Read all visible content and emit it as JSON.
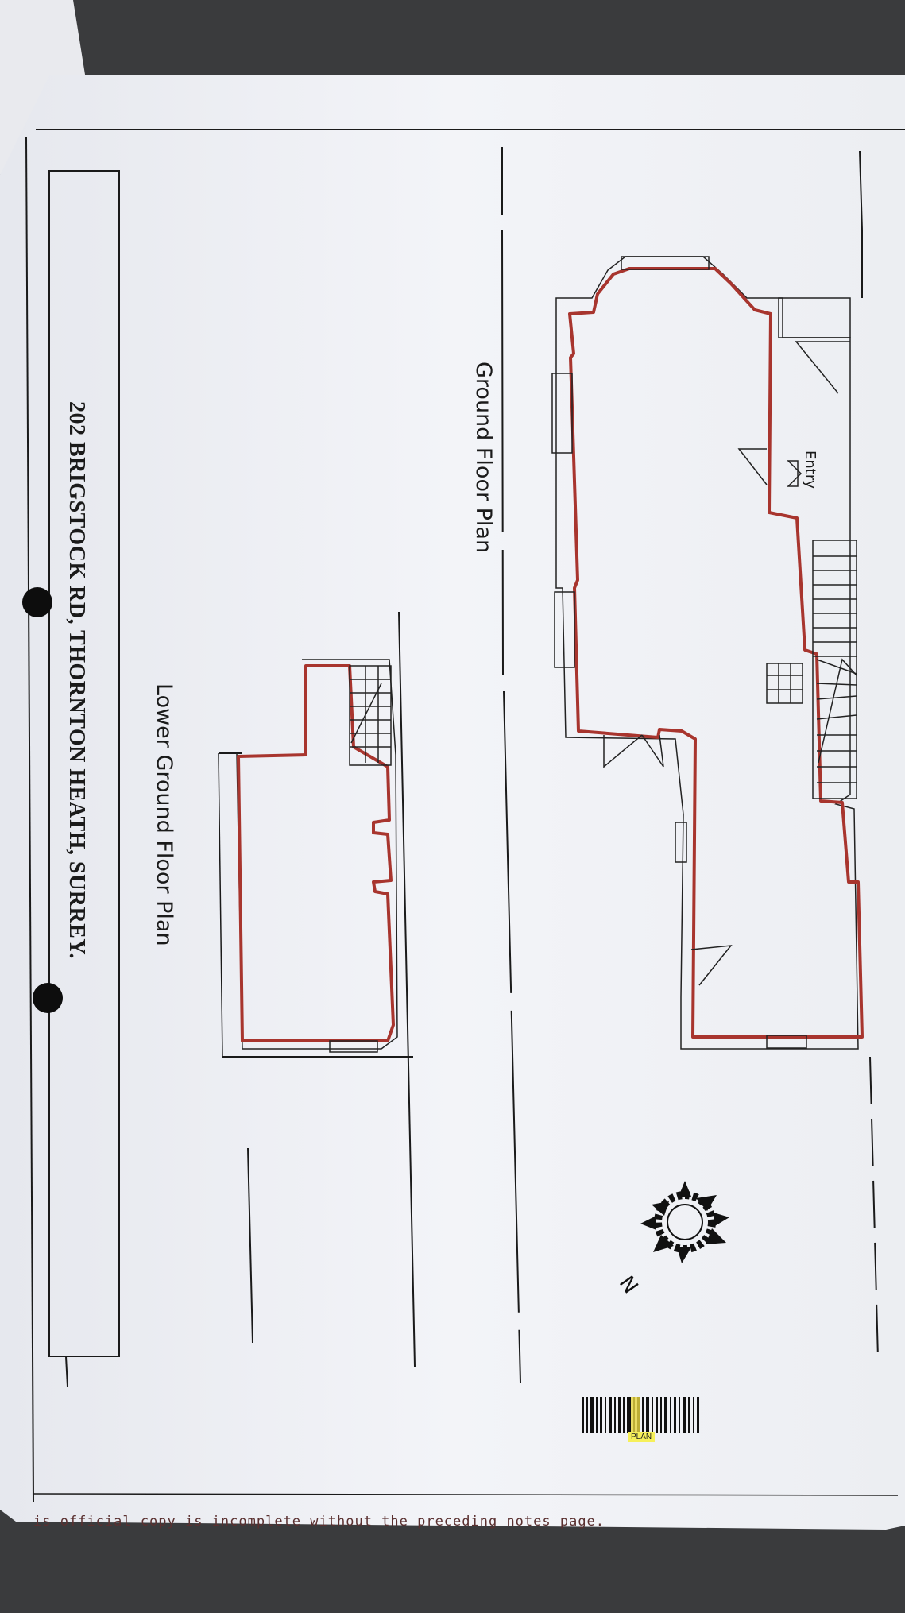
{
  "document": {
    "title": "202 BRIGSTOCK RD, THORNTON HEATH, SURREY.",
    "ground_floor_label": "Ground Floor Plan",
    "lower_ground_floor_label": "Lower Ground Floor Plan",
    "entry_label": "Entry",
    "compass_letter": "N",
    "barcode_label": "PLAN",
    "footer_note": "is official copy is incomplete without the preceding notes page."
  },
  "colors": {
    "paper": "#f1f2f6",
    "background": "#3a3b3d",
    "wall_outline": "#a8352e",
    "ink": "#1a1a1a"
  }
}
